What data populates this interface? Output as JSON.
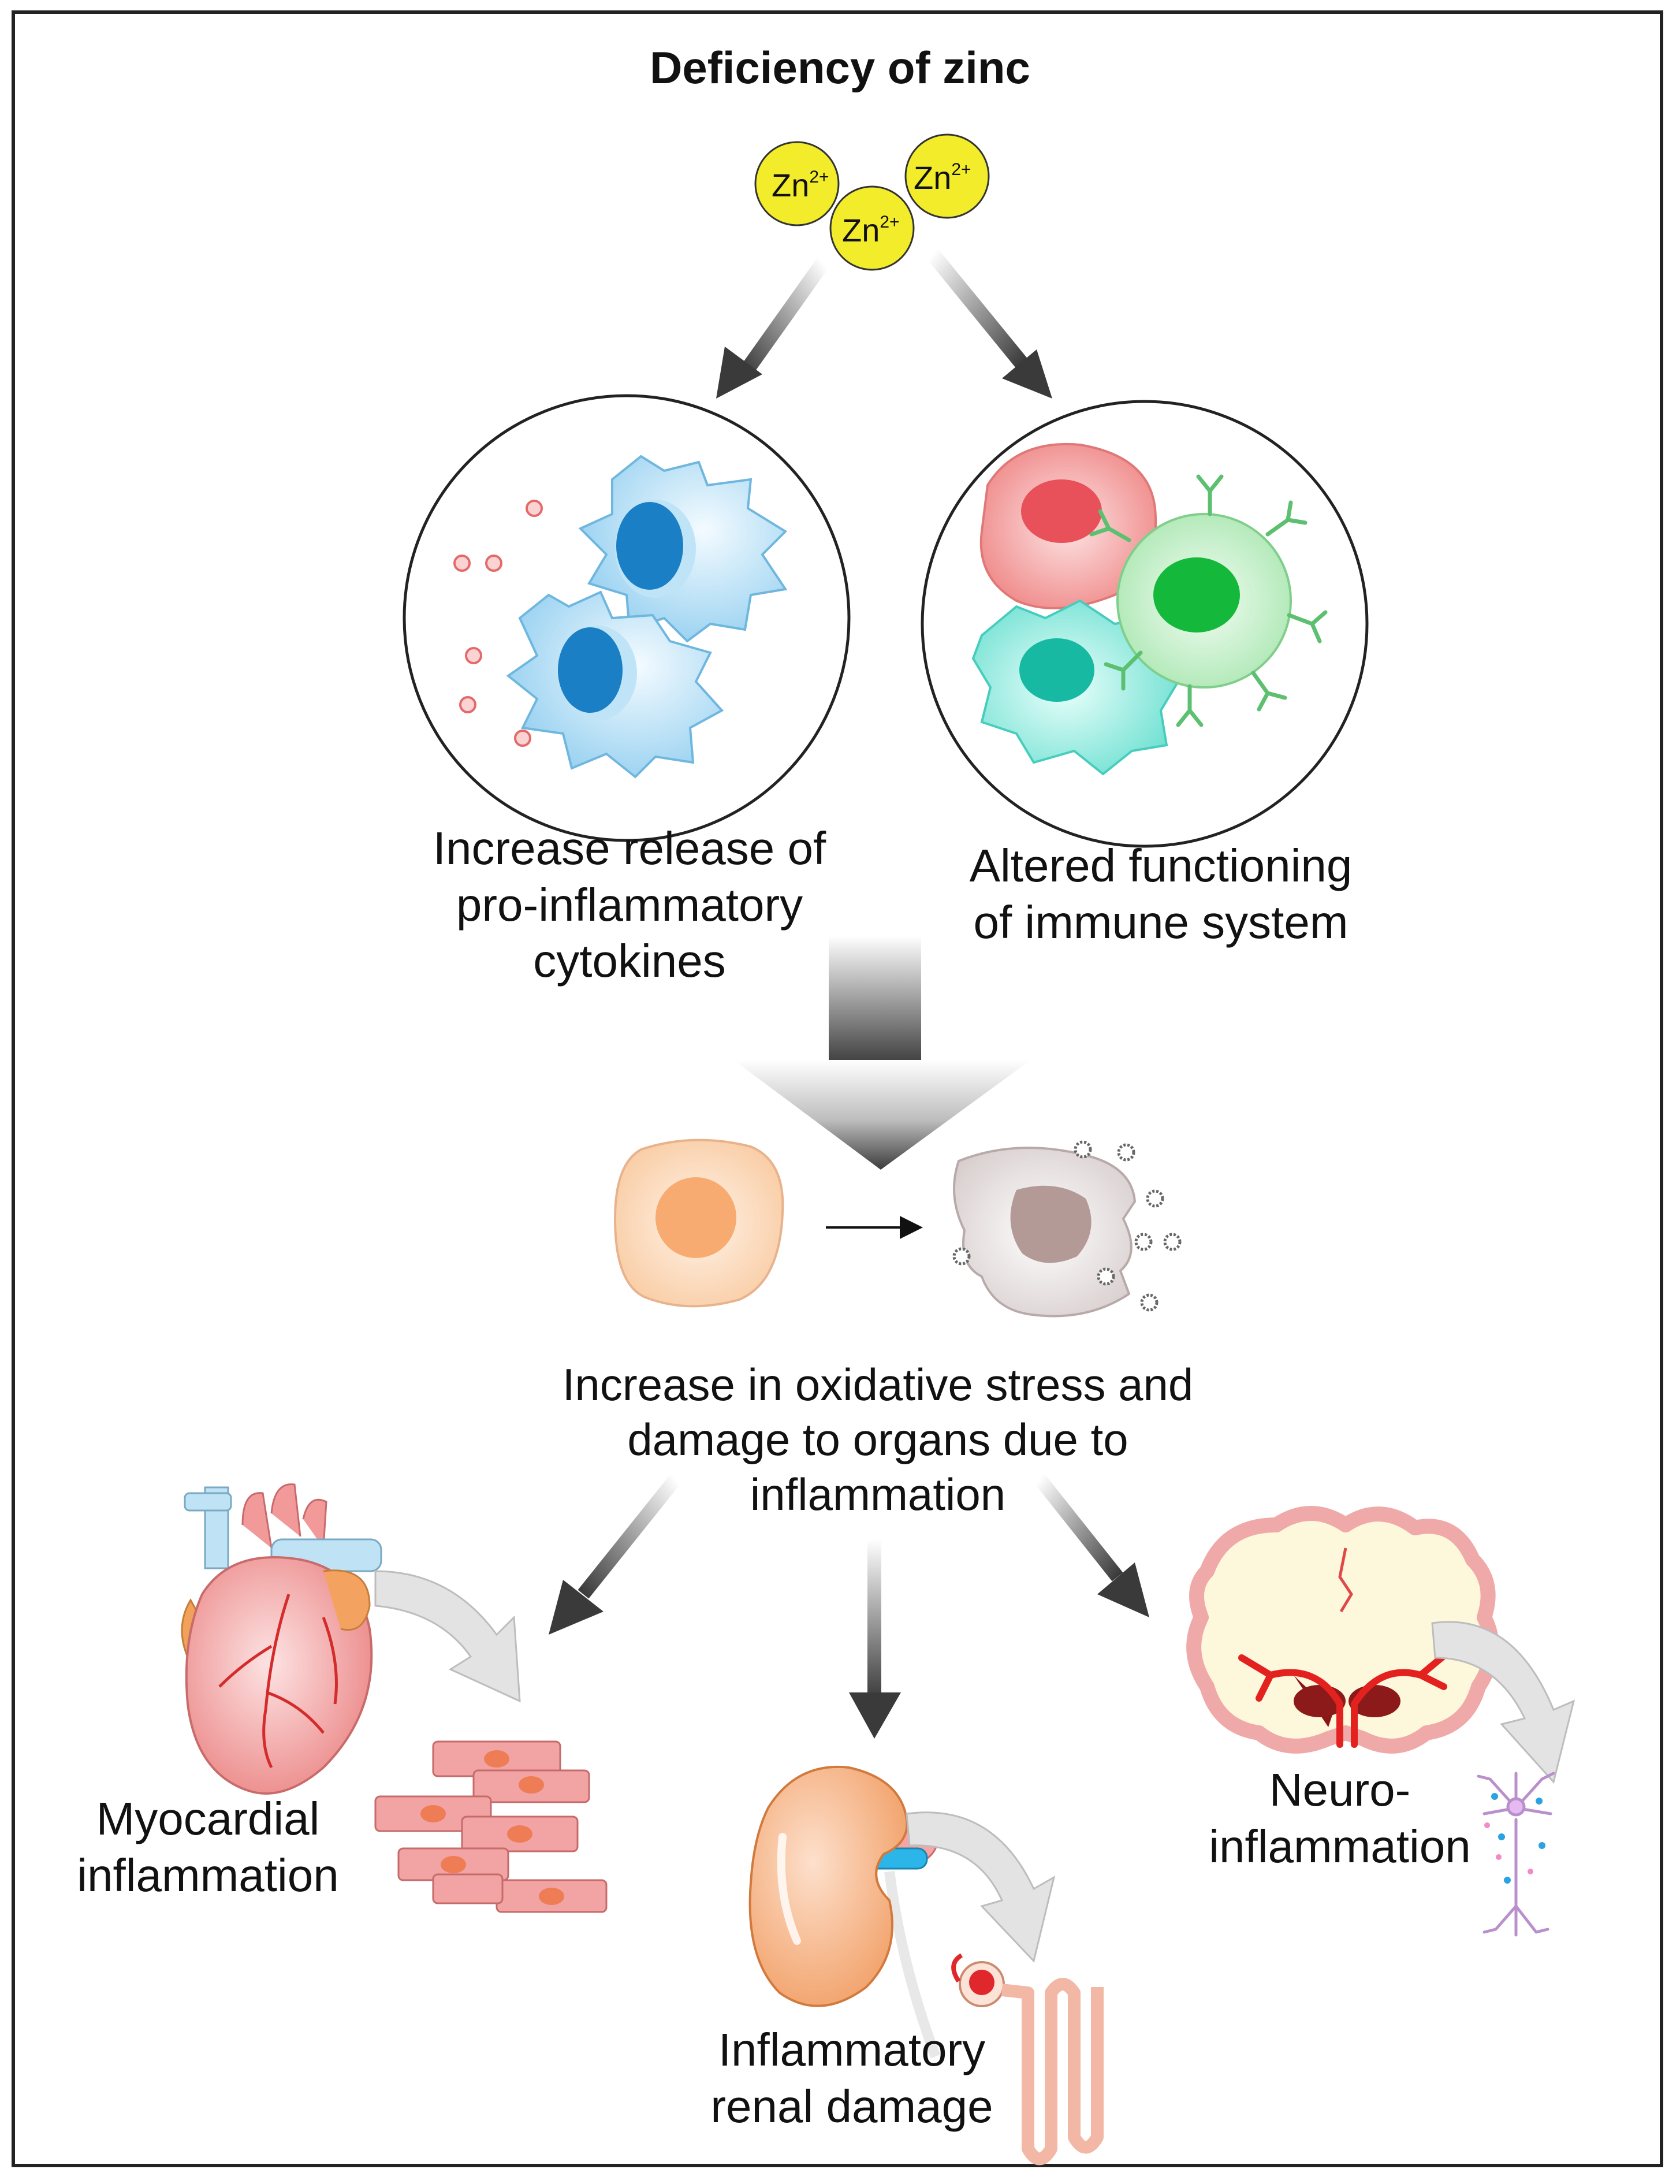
{
  "title": "Deficiency of zinc",
  "ions": {
    "symbol": "Zn",
    "charge": "2+"
  },
  "labels": {
    "cytokines": [
      "Increase release of",
      "pro-inflammatory",
      "cytokines"
    ],
    "immune": [
      "Altered functioning",
      "of immune system"
    ],
    "oxidative": [
      "Increase in oxidative stress and",
      "damage to organs due to",
      "inflammation"
    ],
    "myocardial": [
      "Myocardial",
      "inflammation"
    ],
    "renal": [
      "Inflammatory",
      "renal damage"
    ],
    "neuro": [
      "Neuro-",
      "inflammation"
    ]
  },
  "colors": {
    "zinc": "#f2ec2a",
    "macrophage": "#a9d9f2",
    "nucleus_blue": "#1a7fc4",
    "red_cell": "#f08a8a",
    "green_cell": "#b9ecc0",
    "teal_cell": "#7fe6d8",
    "arrow_dark": "#3a3a3a",
    "organ_red": "#e8303a"
  }
}
